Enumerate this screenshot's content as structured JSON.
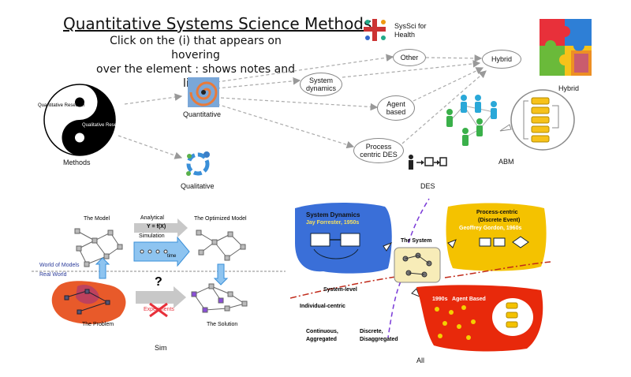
{
  "header": {
    "title": "Quantitative Systems Science Methods",
    "subtitle_line1": "Click on the (i) that appears on hovering",
    "subtitle_line2": "over the element : shows notes and links"
  },
  "logo": {
    "line1": "SysSci for",
    "line2": "Health"
  },
  "methods": {
    "label": "Methods",
    "yin_text": "Quantitative Research",
    "yang_text": "Qualitative Research"
  },
  "nodes": {
    "quantitative": "Quantitative",
    "qualitative": "Qualitative",
    "other": "Other",
    "hybrid": "Hybrid",
    "sd_line1": "System",
    "sd_line2": "dynamics",
    "agent_line1": "Agent",
    "agent_line2": "based",
    "process_line1": "Process",
    "process_line2": "centric DES"
  },
  "images": {
    "hybrid": "Hybrid",
    "abm": "ABM",
    "des": "DES",
    "sim": "Sim",
    "all": "All"
  },
  "sim_panel": {
    "model": "The Model",
    "analytical": "Analytical",
    "formula": "Y = f(X)",
    "optimized": "The Optimized Model",
    "simulation": "Simulation",
    "time": "time",
    "world_models": "World of Models",
    "real_world": "Real World",
    "question": "?",
    "experiments": "Experiments",
    "problem": "The Problem",
    "solution": "The Solution"
  },
  "all_panel": {
    "sd_title": "System Dynamics",
    "sd_author": "Jay Forrester, 1950s",
    "pc_title1": "Process-centric",
    "pc_title2": "(Discrete Event)",
    "pc_author": "Geoffrey Gordon, 1960s",
    "system": "The System",
    "system_level": "System-level",
    "individual": "Individual-centric",
    "cont1": "Continuous,",
    "cont2": "Aggregated",
    "disc1": "Discrete,",
    "disc2": "Disaggregated",
    "ab_title": "1990s   Agent Based"
  },
  "colors": {
    "sd_blue": "#3a6fd8",
    "pc_yellow": "#f4c200",
    "ab_red": "#e8290b",
    "problem": "#e85a2a"
  }
}
